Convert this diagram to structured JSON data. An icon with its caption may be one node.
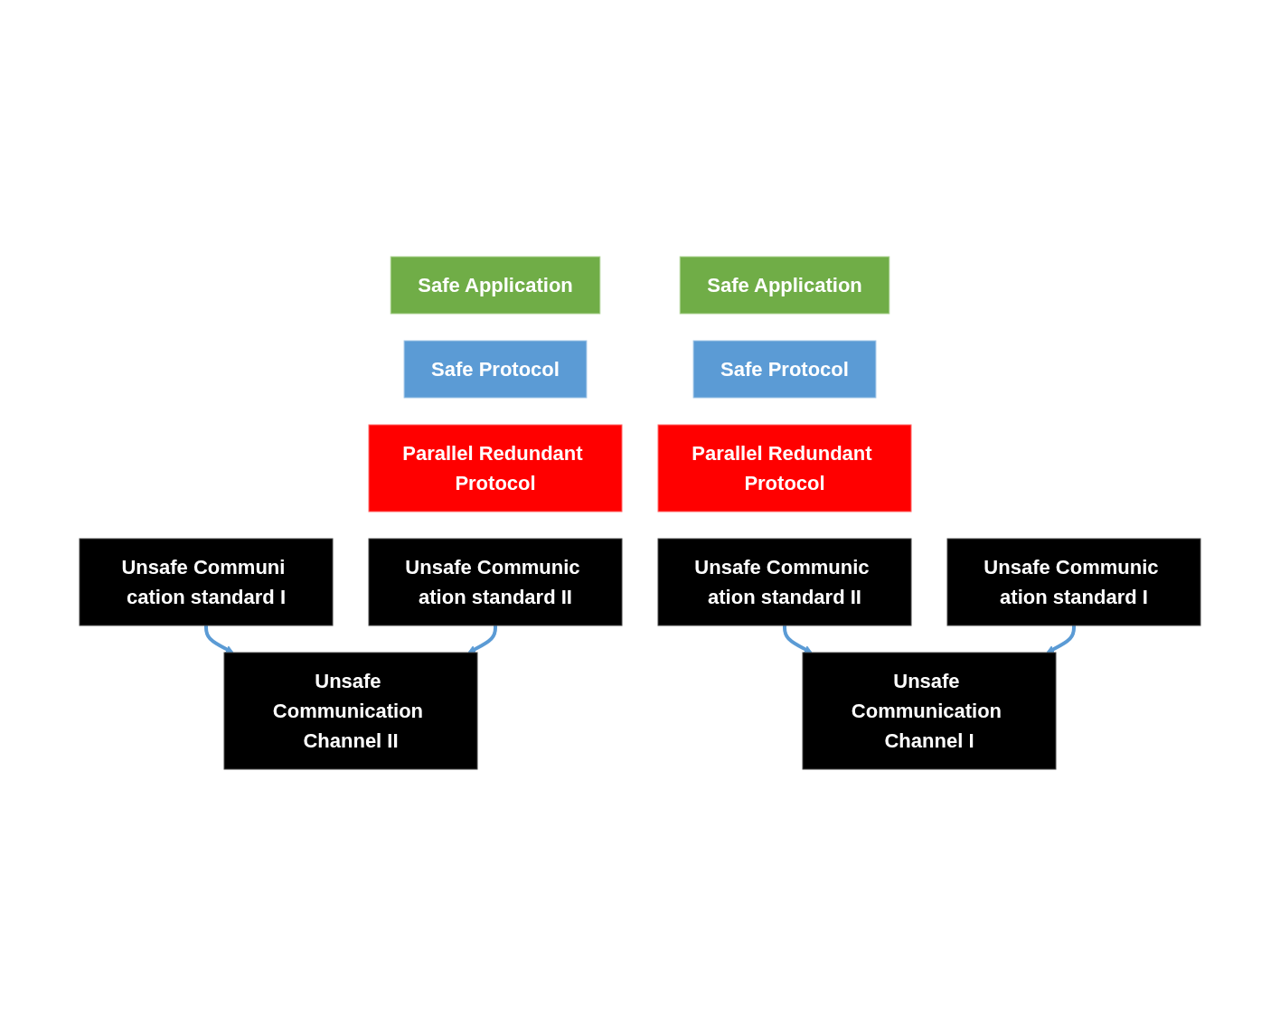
{
  "diagram": {
    "nodes": [
      {
        "text": [
          "Safe Application"
        ]
      },
      {
        "text": [
          "Safe Protocol"
        ]
      },
      {
        "text": [
          "Parallel Redundant Protocol"
        ]
      },
      {
        "text": [
          "Unsafe Communi cation standard I"
        ]
      },
      {
        "text": [
          "Unsafe Communic ation standard II"
        ]
      },
      {
        "text": [
          "Safe Application"
        ]
      },
      {
        "text": [
          "Safe Protocol"
        ]
      },
      {
        "text": [
          "Parallel Redundant Protocol"
        ]
      },
      {
        "text": [
          "Unsafe Communic ation standard I"
        ]
      },
      {
        "text": [
          "Unsafe Communic ation standard II"
        ]
      },
      {
        "text": [
          "Unsafe Communication Channel I"
        ]
      },
      {
        "text": [
          "Unsafe Communication Channel II"
        ]
      }
    ],
    "edges": [
      {
        "from": 3,
        "to": 11,
        "arrow": "to"
      },
      {
        "from": 4,
        "to": 10,
        "arrow": "to"
      },
      {
        "from": 8,
        "to": 10,
        "arrow": "to"
      },
      {
        "from": 9,
        "to": 11,
        "arrow": "to"
      }
    ]
  }
}
